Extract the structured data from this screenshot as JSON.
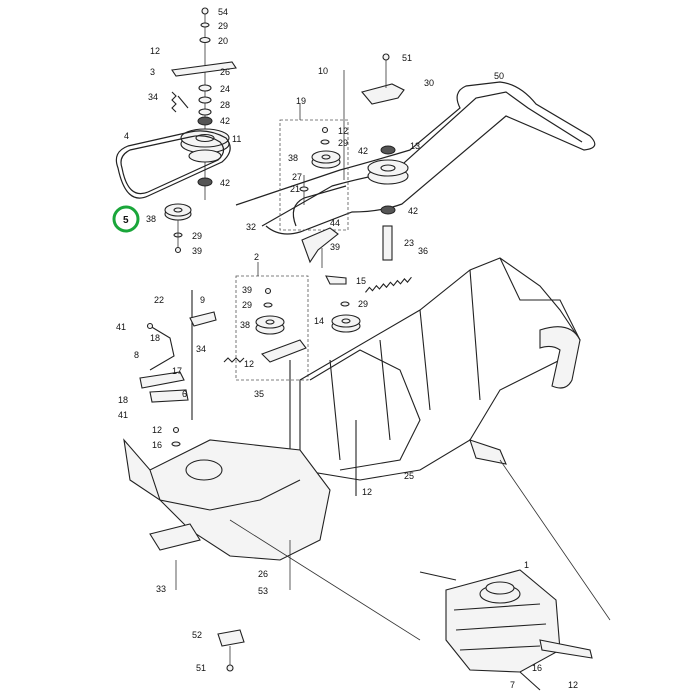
{
  "callouts": {
    "c54": "54",
    "c29a": "29",
    "c20": "20",
    "c12a": "12",
    "c3": "3",
    "c26a": "26",
    "c24": "24",
    "c34a": "34",
    "c28": "28",
    "c42a": "42",
    "c4": "4",
    "c11": "11",
    "c42b": "42",
    "c5": "5",
    "c38a": "38",
    "c29b": "29",
    "c39a": "39",
    "c10": "10",
    "c51a": "51",
    "c30": "30",
    "c50": "50",
    "c19": "19",
    "c12b": "12",
    "c29c": "29",
    "c38b": "38",
    "c42c": "42",
    "c13": "13",
    "c27": "27",
    "c21": "21",
    "c42d": "42",
    "c44": "44",
    "c32": "32",
    "c23": "23",
    "c39b": "39",
    "c36": "36",
    "c2": "2",
    "c22": "22",
    "c9": "9",
    "c39c": "39",
    "c15": "15",
    "c29d": "29",
    "c29e": "29",
    "c41a": "41",
    "c18a": "18",
    "c38c": "38",
    "c14": "14",
    "c8": "8",
    "c34b": "34",
    "c12c": "12",
    "c17": "17",
    "c35": "35",
    "c18b": "18",
    "c6": "6",
    "c41b": "41",
    "c12d": "12",
    "c16a": "16",
    "c25": "25",
    "c12e": "12",
    "c33": "33",
    "c26b": "26",
    "c53": "53",
    "c1": "1",
    "c52": "52",
    "c51b": "51",
    "c16b": "16",
    "c7": "7",
    "c12f": "12"
  },
  "highlight": {
    "label": "5",
    "color": "#1aa63a"
  }
}
